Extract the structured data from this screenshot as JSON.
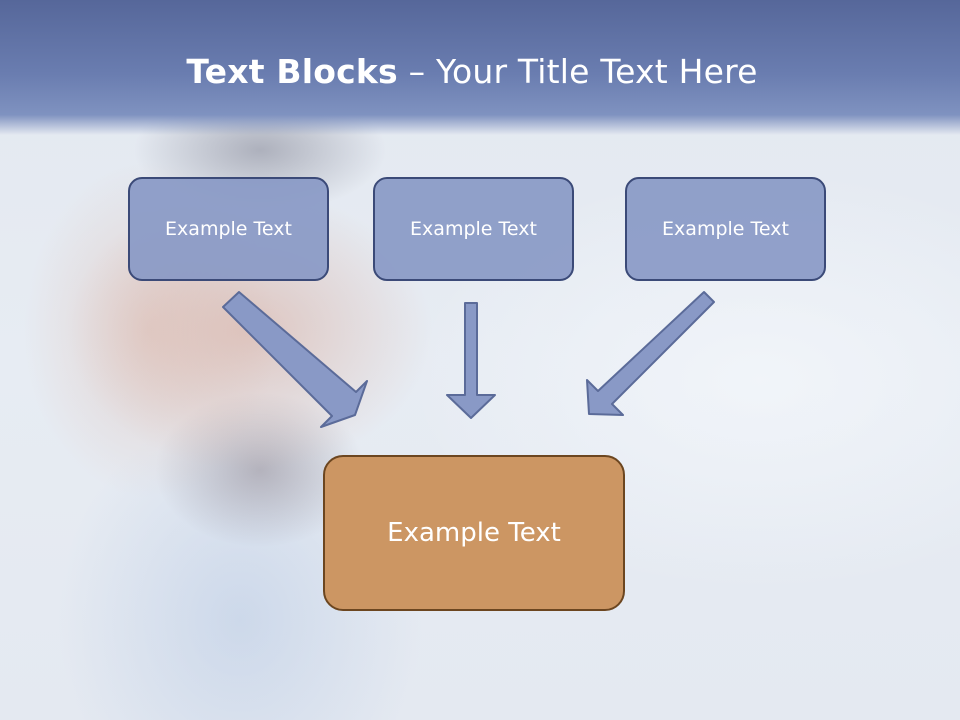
{
  "title": {
    "bold": "Text Blocks",
    "separator": " – ",
    "rest": "Your Title Text Here"
  },
  "top_blocks": [
    {
      "label": "Example Text"
    },
    {
      "label": "Example Text"
    },
    {
      "label": "Example Text"
    }
  ],
  "result_block": {
    "label": "Example Text"
  },
  "colors": {
    "title_band": "#6a7db0",
    "block_fill": "#8999c6",
    "block_border": "#3b4a78",
    "result_fill": "#cc9663",
    "result_border": "#6c4620",
    "arrow_fill": "#8999c6",
    "arrow_border": "#5b6b99"
  }
}
